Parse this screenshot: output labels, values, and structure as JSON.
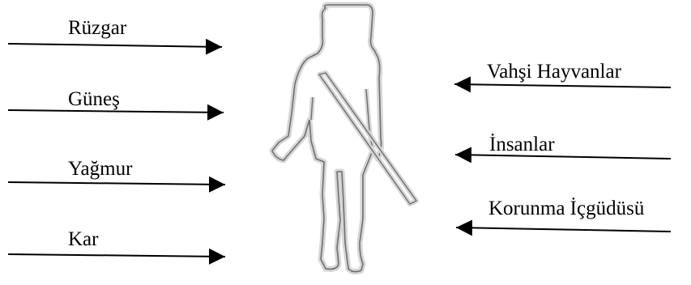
{
  "left_labels": [
    "Rüzgar",
    "Güneş",
    "Yağmur",
    "Kar"
  ],
  "right_labels": [
    "Vahşi Hayvanlar",
    "İnsanlar",
    "Korunma İçgüdüsü"
  ],
  "colors": {
    "ink": "#000000",
    "outline": "#777777",
    "glow": "#d6d6d6"
  }
}
